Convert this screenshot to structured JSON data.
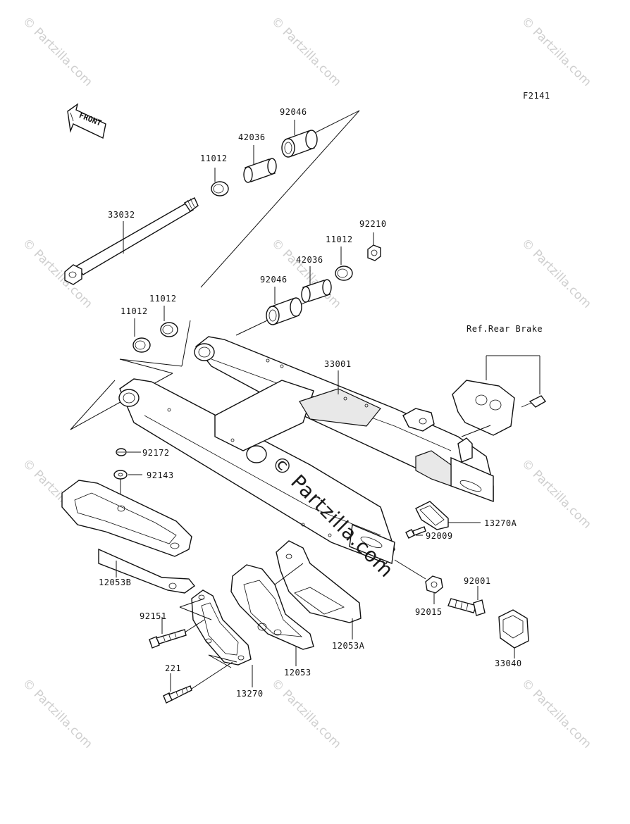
{
  "diagram": {
    "figure_code": "F2141",
    "front_arrow_label": "FRONT",
    "center_watermark": "© Partzilla.com",
    "watermark_text": "© Partzilla.com",
    "ref_label": "Ref.Rear Brake",
    "part_labels": {
      "p33032": "33032",
      "p11012_a": "11012",
      "p42036_a": "42036",
      "p92046_a": "92046",
      "p92210": "92210",
      "p11012_b": "11012",
      "p42036_b": "42036",
      "p92046_b": "92046",
      "p11012_c": "11012",
      "p11012_d": "11012",
      "p33001": "33001",
      "p92172": "92172",
      "p92143": "92143",
      "p13270A": "13270A",
      "p92009": "92009",
      "p12053B": "12053B",
      "p92001": "92001",
      "p92015": "92015",
      "p92151": "92151",
      "p12053A": "12053A",
      "p12053": "12053",
      "p33040": "33040",
      "p221": "221",
      "p13270": "13270"
    }
  }
}
